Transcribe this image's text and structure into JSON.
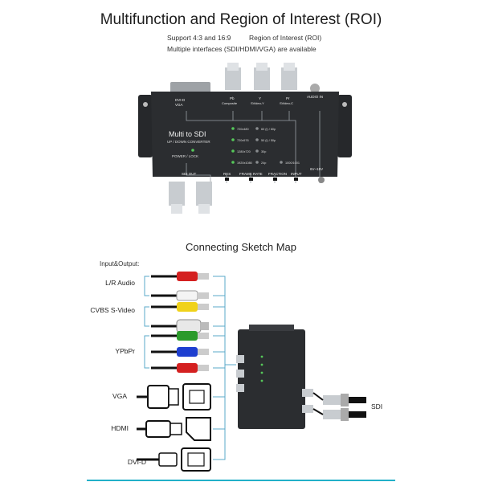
{
  "header": {
    "title": "Multifunction and Region of Interest (ROI)",
    "support_line_left": "Support 4:3 and 16:9",
    "support_line_right": "Region of Interest (ROI)",
    "interfaces_line": "Multiple interfaces (SDI/HDMI/VGA) are available"
  },
  "device": {
    "name": "Multi to SDI",
    "subtitle": "UP / DOWN CONVERTER",
    "port_dvi": "DVI-D",
    "port_vga": "VGA",
    "port_pb": "Pb",
    "port_pb_sub": "Composite",
    "port_y": "Y",
    "port_y_sub": "SVideo-Y",
    "port_pr": "Pr",
    "port_pr_sub": "SVideo-C",
    "port_audio": "AUDIO IN",
    "power_lock": "POWER / LOCK",
    "sdi_out": "SDI OUT",
    "res": "RES",
    "frame_rate": "FRAME RATE",
    "fraction": "FRACTION",
    "input": "INPUT",
    "dc": "6V~15V",
    "res_leds": [
      "720x480",
      "720x576",
      "1280x720",
      "1920x1080"
    ],
    "rate_leds": [
      "60 (i) / 60p",
      "50 (i) / 50p",
      "30p",
      "24p"
    ],
    "input_led": "1000/1001"
  },
  "sketch": {
    "title": "Connecting Sketch Map",
    "io_label": "Input&Output:",
    "groups": [
      "L/R Audio",
      "CVBS S-Video",
      "YPbPr",
      "VGA",
      "HDMI",
      "DVI-D"
    ],
    "sdi_label": "SDI"
  },
  "colors": {
    "accent_line": "#22b0c8",
    "device_body": "#2b2d30",
    "cable_red": "#d42020",
    "cable_white": "#f4f4f4",
    "cable_yellow": "#f0d21a",
    "cable_green": "#2b9a2b",
    "cable_blue": "#1e3fd0",
    "led_green": "#56c85a"
  }
}
